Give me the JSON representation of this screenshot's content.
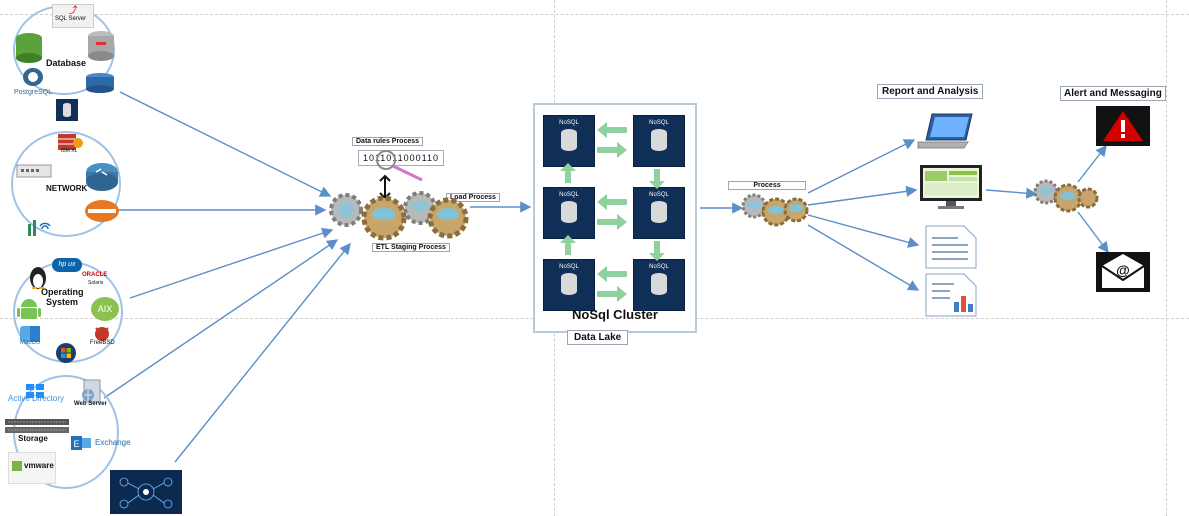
{
  "sources": {
    "database": {
      "title": "Database",
      "items": [
        "SQL Server",
        "PostgreSQL"
      ]
    },
    "network": {
      "title": "NETWORK"
    },
    "os": {
      "title_line1": "Operating",
      "title_line2": "System",
      "items": [
        "FreeBSD",
        "AIX",
        "MacOS"
      ]
    },
    "infra": {
      "storage": "Storage",
      "active_directory": "Active Directory",
      "web_server": "Web Server",
      "exchange": "Exchange",
      "vmware": "vmware"
    }
  },
  "etl": {
    "data_rules": "Data rules Process",
    "binary": "1011011000110",
    "load": "Load Process",
    "staging": "ETL Staging Process"
  },
  "cluster": {
    "title": "NoSql Cluster",
    "node_tag": "NoSQL",
    "lake": "Data Lake"
  },
  "analytics": {
    "process": "Process",
    "report": "Report and Analysis",
    "alert": "Alert and Messaging"
  },
  "colors": {
    "arrow": "#5b8fc7",
    "node": "#0f2f57",
    "cluster_arrow": "#8fd19e",
    "alert": "#cc0000"
  }
}
